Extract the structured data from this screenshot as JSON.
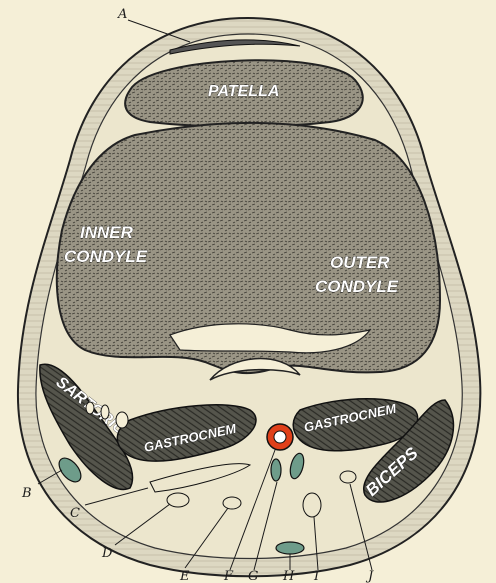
{
  "diagram": {
    "structures": {
      "patella": "PATELLA",
      "inner_condyle_1": "INNER",
      "inner_condyle_2": "CONDYLE",
      "outer_condyle_1": "OUTER",
      "outer_condyle_2": "CONDYLE",
      "sartorius": "SARTORIUS",
      "gastrocnem_left": "GASTROCNEM",
      "gastrocnem_right": "GASTROCNEM",
      "biceps": "BICEPS"
    },
    "labels": {
      "A": "A",
      "B": "B",
      "C": "C",
      "D": "D",
      "E": "E",
      "F": "F",
      "G": "G",
      "H": "H",
      "I": "I",
      "J": "J"
    },
    "colors": {
      "background": "#f5efd7",
      "skin": "#d9d4c0",
      "bone": "#8f8a7c",
      "muscle": "#4d4d46",
      "artery": "#e0401a",
      "vessel": "#6e9c8a"
    }
  }
}
